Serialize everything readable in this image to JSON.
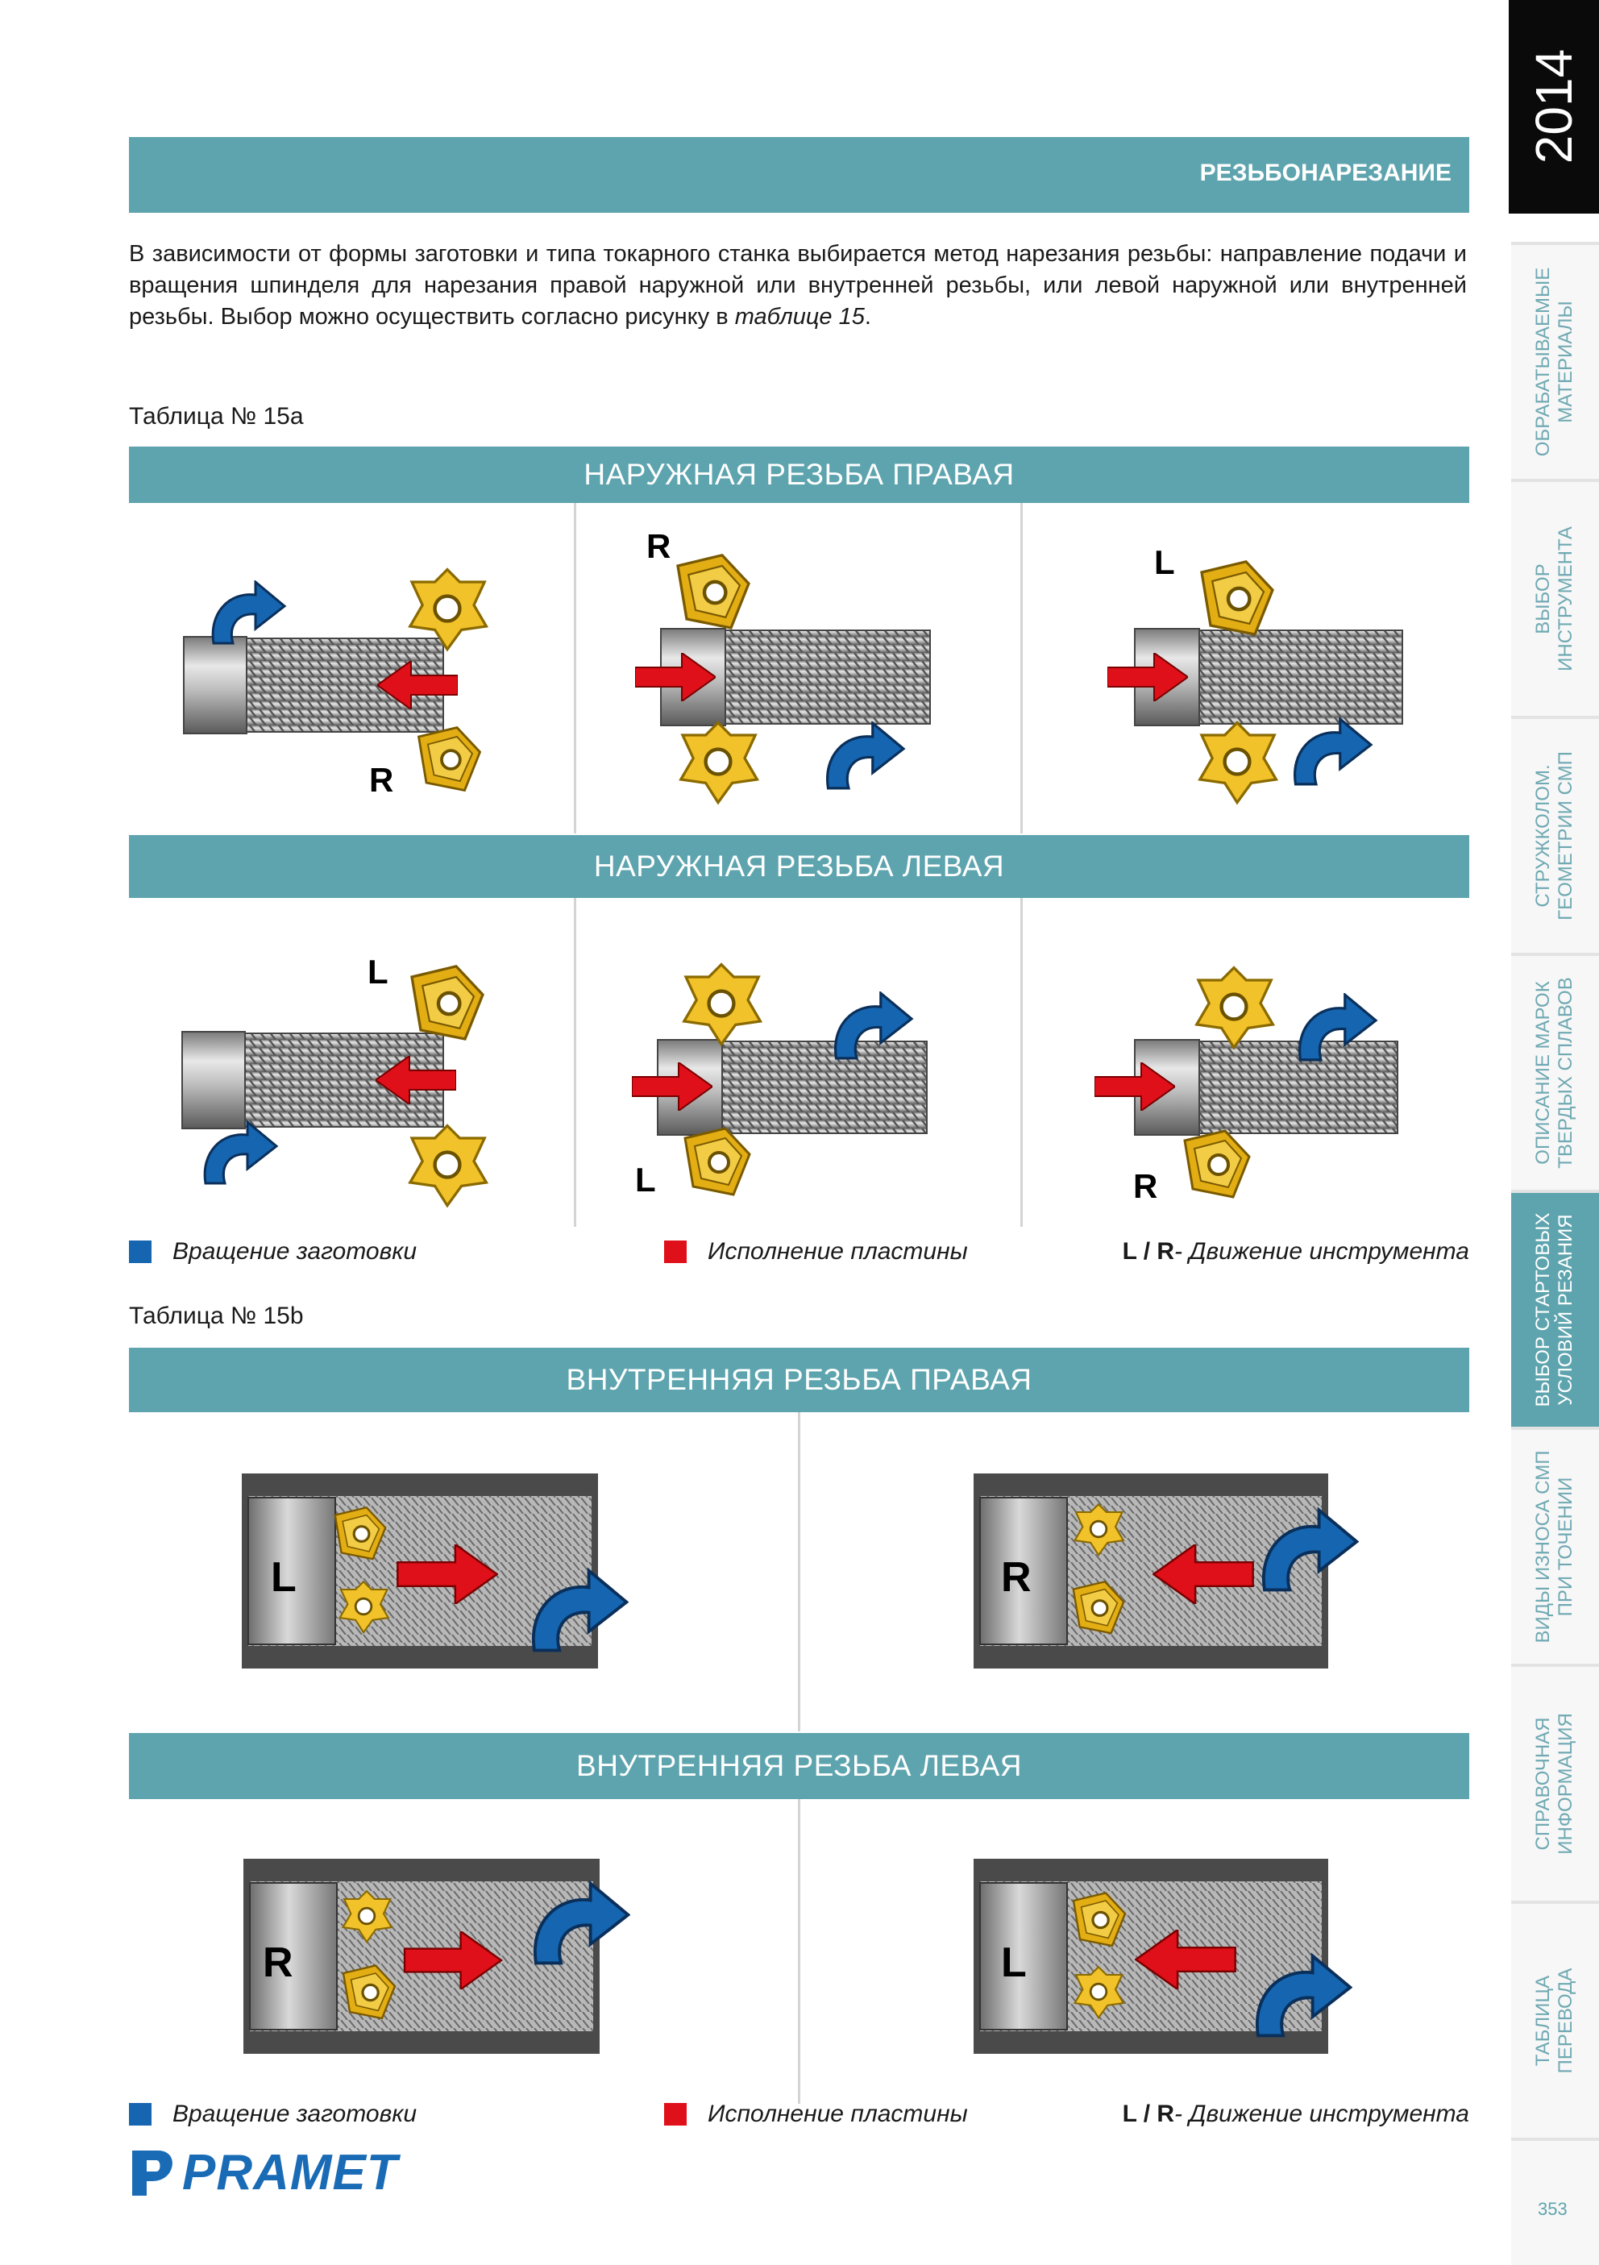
{
  "header": {
    "section_title": "РЕЗЬБОНАРЕЗАНИЕ"
  },
  "intro": {
    "text_before_italic": "В зависимости от формы заготовки и типа токарного станка выбирается метод нарезания резьбы: направление подачи и вращения шпинделя для нарезания правой наружной или внутренней резьбы, или левой наружной или внутренней резьбы. Выбор можно осуществить согласно рисунку в ",
    "italic_ref": "таблице 15",
    "text_after_italic": "."
  },
  "table_a": {
    "caption": "Таблица № 15а",
    "row1_title": "НАРУЖНАЯ РЕЗЬБА ПРАВАЯ",
    "row1_labels": [
      "R",
      "R",
      "L"
    ],
    "row2_title": "НАРУЖНАЯ РЕЗЬБА ЛЕВАЯ",
    "row2_labels": [
      "L",
      "L",
      "R"
    ]
  },
  "table_b": {
    "caption": "Таблица № 15b",
    "row1_title": "ВНУТРЕННЯЯ РЕЗЬБА ПРАВАЯ",
    "row1_labels": [
      "L",
      "R"
    ],
    "row2_title": "ВНУТРЕННЯЯ РЕЗЬБА ЛЕВАЯ",
    "row2_labels": [
      "R",
      "L"
    ]
  },
  "legend": {
    "rotation": "Вращение заготовки",
    "insert": "Исполнение пластины",
    "movement_prefix": "L / R",
    "movement_text": " - Движение инструмента"
  },
  "sidebar": {
    "year": "2014",
    "tabs": [
      {
        "label": "ОБРАБАТЫВАЕМЫЕ\nМАТЕРИАЛЫ",
        "active": false
      },
      {
        "label": "ВЫБОР\nИНСТРУМЕНТА",
        "active": false
      },
      {
        "label": "СТРУЖКОЛОМ.\nГЕОМЕТРИИ СМП",
        "active": false
      },
      {
        "label": "ОПИСАНИЕ МАРОК\nТВЕРДЫХ СПЛАВОВ",
        "active": false
      },
      {
        "label": "ВЫБОР СТАРТОВЫХ\nУСЛОВИЙ РЕЗАНИЯ",
        "active": true
      },
      {
        "label": "ВИДЫ ИЗНОСА СМП\nПРИ ТОЧЕНИИ",
        "active": false
      },
      {
        "label": "СПРАВОЧНАЯ\nИНФОРМАЦИЯ",
        "active": false
      },
      {
        "label": "ТАБЛИЦА\nПЕРЕВОДА",
        "active": false
      }
    ]
  },
  "footer": {
    "brand": "PRAMET",
    "page_number": "353"
  },
  "colors": {
    "teal": "#5ea4ae",
    "rotation_blue": "#1565b0",
    "insert_red": "#e0101a",
    "insert_gold": "#f0c020"
  }
}
